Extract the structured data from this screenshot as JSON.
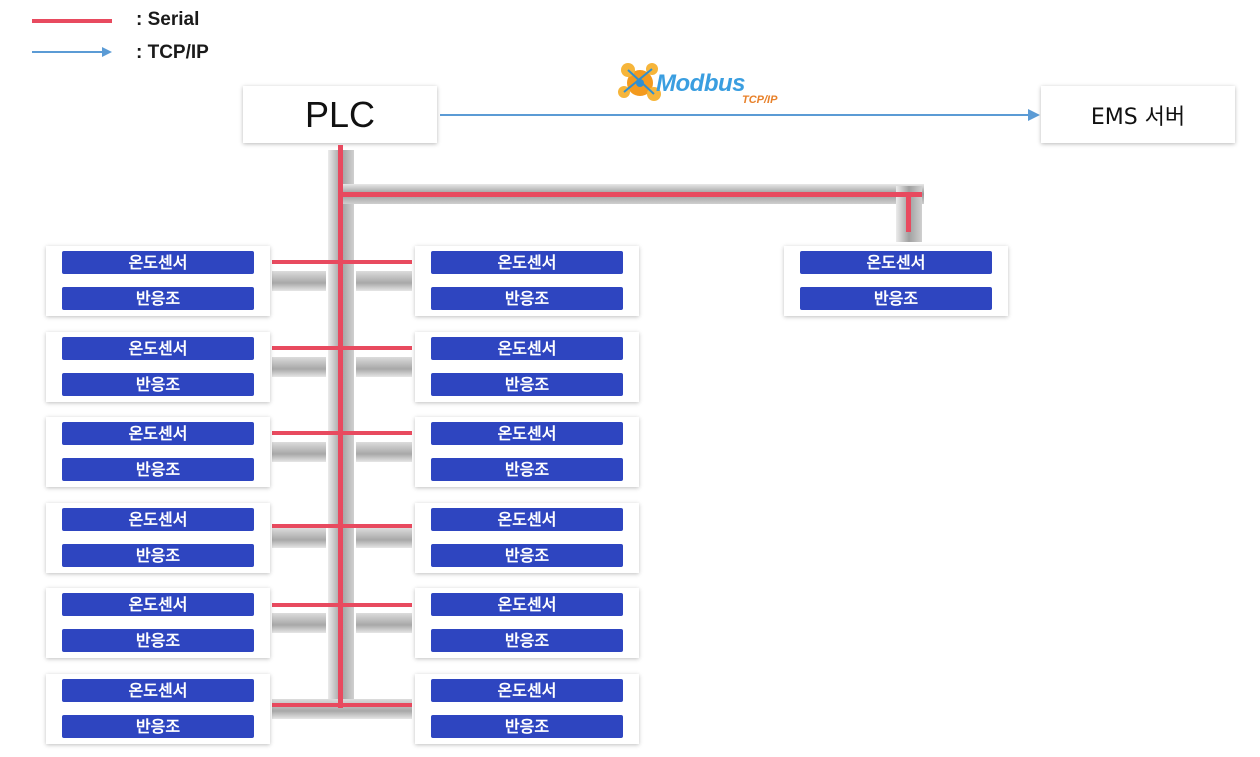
{
  "legend": {
    "serial": {
      "label": ": Serial",
      "color": "#e84a5f"
    },
    "tcpip": {
      "label": ": TCP/IP",
      "color": "#5b9bd5"
    }
  },
  "plc": {
    "label": "PLC"
  },
  "ems": {
    "label": "EMS 서버"
  },
  "modbus": {
    "name": "Modbus",
    "sub": "TCP/IP",
    "icon": "modbus-logo-icon"
  },
  "device": {
    "sensor_label": "온도센서",
    "reactor_label": "반응조"
  },
  "devices": {
    "left": [
      {
        "sensor": "온도센서",
        "reactor": "반응조"
      },
      {
        "sensor": "온도센서",
        "reactor": "반응조"
      },
      {
        "sensor": "온도센서",
        "reactor": "반응조"
      },
      {
        "sensor": "온도센서",
        "reactor": "반응조"
      },
      {
        "sensor": "온도센서",
        "reactor": "반응조"
      },
      {
        "sensor": "온도센서",
        "reactor": "반응조"
      }
    ],
    "right": [
      {
        "sensor": "온도센서",
        "reactor": "반응조"
      },
      {
        "sensor": "온도센서",
        "reactor": "반응조"
      },
      {
        "sensor": "온도센서",
        "reactor": "반응조"
      },
      {
        "sensor": "온도센서",
        "reactor": "반응조"
      },
      {
        "sensor": "온도센서",
        "reactor": "반응조"
      },
      {
        "sensor": "온도센서",
        "reactor": "반응조"
      }
    ],
    "far": [
      {
        "sensor": "온도센서",
        "reactor": "반응조"
      }
    ]
  }
}
